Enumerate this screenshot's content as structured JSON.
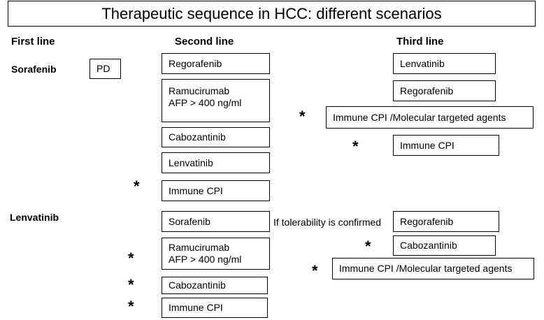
{
  "title": "Therapeutic sequence in HCC: different scenarios",
  "headers": {
    "first_line": "First line",
    "second_line": "Second line",
    "third_line": "Third line"
  },
  "scenarios": {
    "sorafenib": {
      "first_line": "Sorafenib",
      "pd_label": "PD",
      "second_line": {
        "regorafenib": "Regorafenib",
        "ramucirumab": "Ramucirumab",
        "ramucirumab_afp": "AFP > 400 ng/ml",
        "cabozantinib": "Cabozantinib",
        "lenvatinib": "Lenvatinib",
        "immune_cpi": "Immune CPI"
      },
      "third_line": {
        "lenvatinib": "Lenvatinib",
        "regorafenib": "Regorafenib",
        "immune_cpi_mta": "Immune CPI /Molecular targeted agents",
        "immune_cpi": "Immune CPI"
      }
    },
    "lenvatinib": {
      "first_line": "Lenvatinib",
      "second_line": {
        "sorafenib": "Sorafenib",
        "ramucirumab": "Ramucirumab",
        "ramucirumab_afp": "AFP > 400 ng/ml",
        "cabozantinib": "Cabozantinib",
        "immune_cpi": "Immune CPI"
      },
      "tolerability_note": "If tolerability is confirmed",
      "third_line": {
        "regorafenib": "Regorafenib",
        "cabozantinib": "Cabozantinib",
        "immune_cpi_mta": "Immune CPI /Molecular targeted agents"
      }
    }
  },
  "asterisk": "*"
}
